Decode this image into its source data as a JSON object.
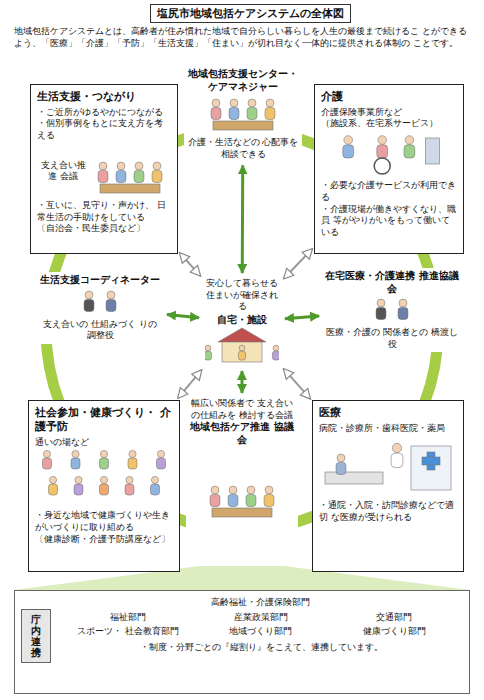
{
  "diagram": {
    "title": "塩尻市地域包括ケアシステムの全体図",
    "nodes": [
      {
        "text": [
          "生活支援・つながり",
          "・ご近所がゆるやかにつながる",
          "・個別事例をもとに支え方を考える",
          "・互いに、見守り・声かけ、 日常生活の手助けをしている",
          "〔自治会・民生委員など〕"
        ]
      },
      {
        "text": [
          "地域包括支援センター・ ケアマネジャー",
          "介護・生活などの 心配事を相談できる"
        ]
      },
      {
        "text": [
          "介護",
          "介護保険事業所など",
          "（施設系、在宅系サービス）",
          "・必要な介護サービスが利用できる",
          "・介護現場が働きやすくなり、職員 等がやりがいをもって働いている"
        ]
      },
      {
        "text": [
          "生活支援コーディネーター",
          "支え合いの 仕組みづく りの調整役"
        ]
      },
      {
        "text": [
          "安心して暮らせる 住まいが確保される",
          "自宅・施設"
        ]
      },
      {
        "text": [
          "在宅医療・介護連携 推進協議会",
          "医療・介護の 関係者との 橋渡し役"
        ]
      },
      {
        "text": [
          "社会参加・健康づくり・ 介護予防",
          "通いの場など",
          "・身近な地域で健康づくりや生き がいづくりに取り組める",
          "〔健康診断・介護予防講座など〕"
        ]
      },
      {
        "text": [
          "幅広い関係者で 支え合いの仕組みを 検討する会議",
          "地域包括ケア推進 協議会"
        ]
      },
      {
        "text": [
          "医療",
          "病院・診療所・歯科医院・薬局",
          "・通院・入院・訪問診療などで適切 な医療が受けられる"
        ]
      },
      {
        "text": [
          "・制度・分野ごとの『縦割り』をこえて、連携しています。"
        ]
      },
      {
        "text": [
          "庁内連携"
        ],
        "in": 9
      }
    ],
    "edges": [
      {
        "from": 4,
        "to": 1,
        "arrow": "both"
      },
      {
        "from": 4,
        "to": 3,
        "arrow": "both"
      },
      {
        "from": 4,
        "to": 5,
        "arrow": "both"
      },
      {
        "from": 4,
        "to": 7,
        "arrow": "both"
      },
      {
        "from": 4,
        "to": 0,
        "arrow": "both"
      },
      {
        "from": 4,
        "to": 2,
        "arrow": "both"
      },
      {
        "from": 4,
        "to": 6,
        "arrow": "both"
      },
      {
        "from": 4,
        "to": 8,
        "arrow": "both"
      }
    ],
    "labels": [
      "地域包括ケアシステムとは、高齢者が住み慣れた地域で自分らしい暮らしを人生の最後まで続けるこ とができるよう、「医療」「介護」「予防」「生活支援」「住まい」が切れ目なく一体的に提供される体制の ことです。",
      "支え合い推進 会議",
      "高齢福祉・介護保険部門",
      "福祉部門",
      "産業政策部門",
      "交通部門",
      "スポーツ・ 社会教育部門",
      "地域づくり部門",
      "健康づくり部門"
    ]
  }
}
